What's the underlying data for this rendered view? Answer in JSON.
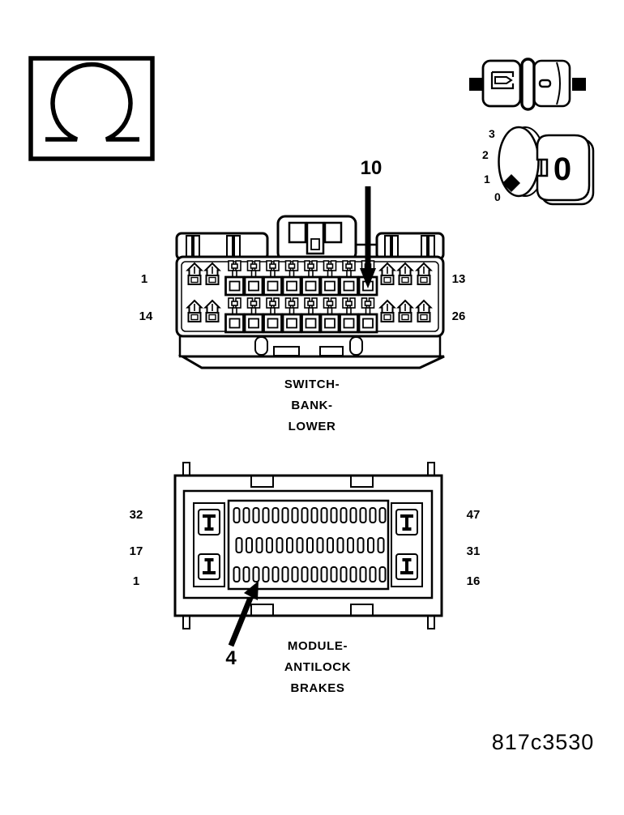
{
  "figure_code": "817c3530",
  "legend": {
    "ohm_symbol": "Ω"
  },
  "ignition_switch": {
    "positions": [
      "3",
      "2",
      "1",
      "0"
    ],
    "key_label": "0"
  },
  "switch_connector": {
    "title_lines": [
      "SWITCH-",
      "BANK-",
      "LOWER"
    ],
    "callout_pin": "10",
    "pin_labels": {
      "row1_left": "1",
      "row1_right": "13",
      "row2_left": "14",
      "row2_right": "26"
    }
  },
  "module_connector": {
    "title_lines": [
      "MODULE-",
      "ANTILOCK",
      "BRAKES"
    ],
    "callout_pin": "4",
    "pin_labels": {
      "row1_left": "32",
      "row1_right": "47",
      "row2_left": "17",
      "row2_right": "31",
      "row3_left": "1",
      "row3_right": "16"
    }
  },
  "colors": {
    "ink": "#000000",
    "background": "#ffffff"
  }
}
